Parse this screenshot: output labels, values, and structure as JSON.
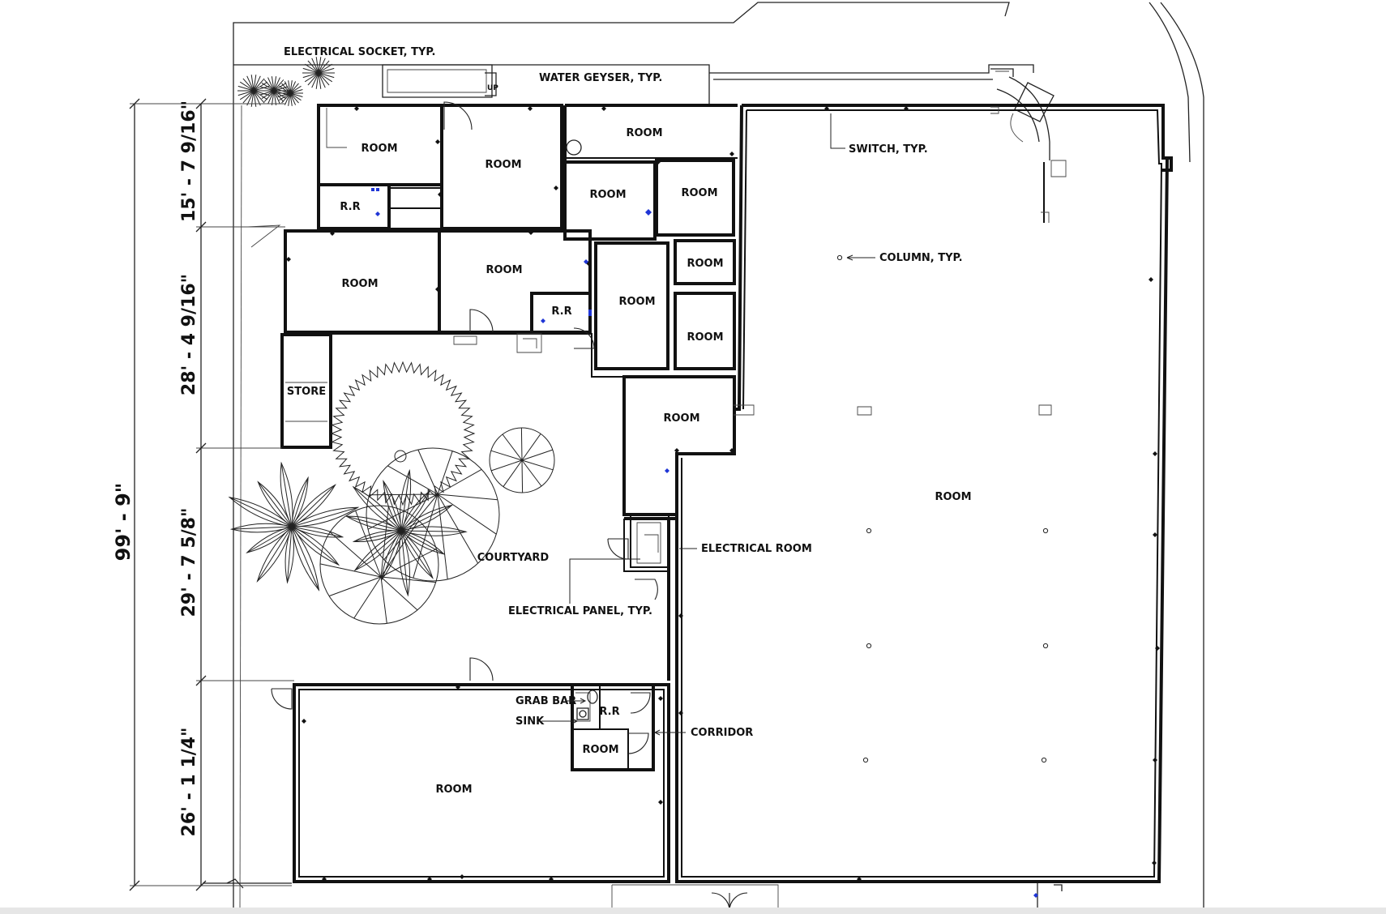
{
  "labels": {
    "electrical_socket": "ELECTRICAL SOCKET, TYP.",
    "water_geyser": "WATER GEYSER, TYP.",
    "switch": "SWITCH, TYP.",
    "column": "COLUMN, TYP.",
    "electrical_room": "ELECTRICAL ROOM",
    "electrical_panel": "ELECTRICAL PANEL, TYP.",
    "courtyard": "COURTYARD",
    "store": "STORE",
    "grab_bar": "GRAB BAR",
    "sink": "SINK",
    "corridor": "CORRIDOR",
    "room": "ROOM",
    "rr": "R.R",
    "up": "UP"
  },
  "dimensions": {
    "total": "99' - 9\"",
    "segments": [
      "15' - 7 9/16\"",
      "28' - 4 9/16\"",
      "29' - 7 5/8\"",
      "26' - 1 1/4\""
    ]
  },
  "colors": {
    "linework": "#111111",
    "fixtures": "#1f35d6",
    "background": "#ffffff"
  }
}
